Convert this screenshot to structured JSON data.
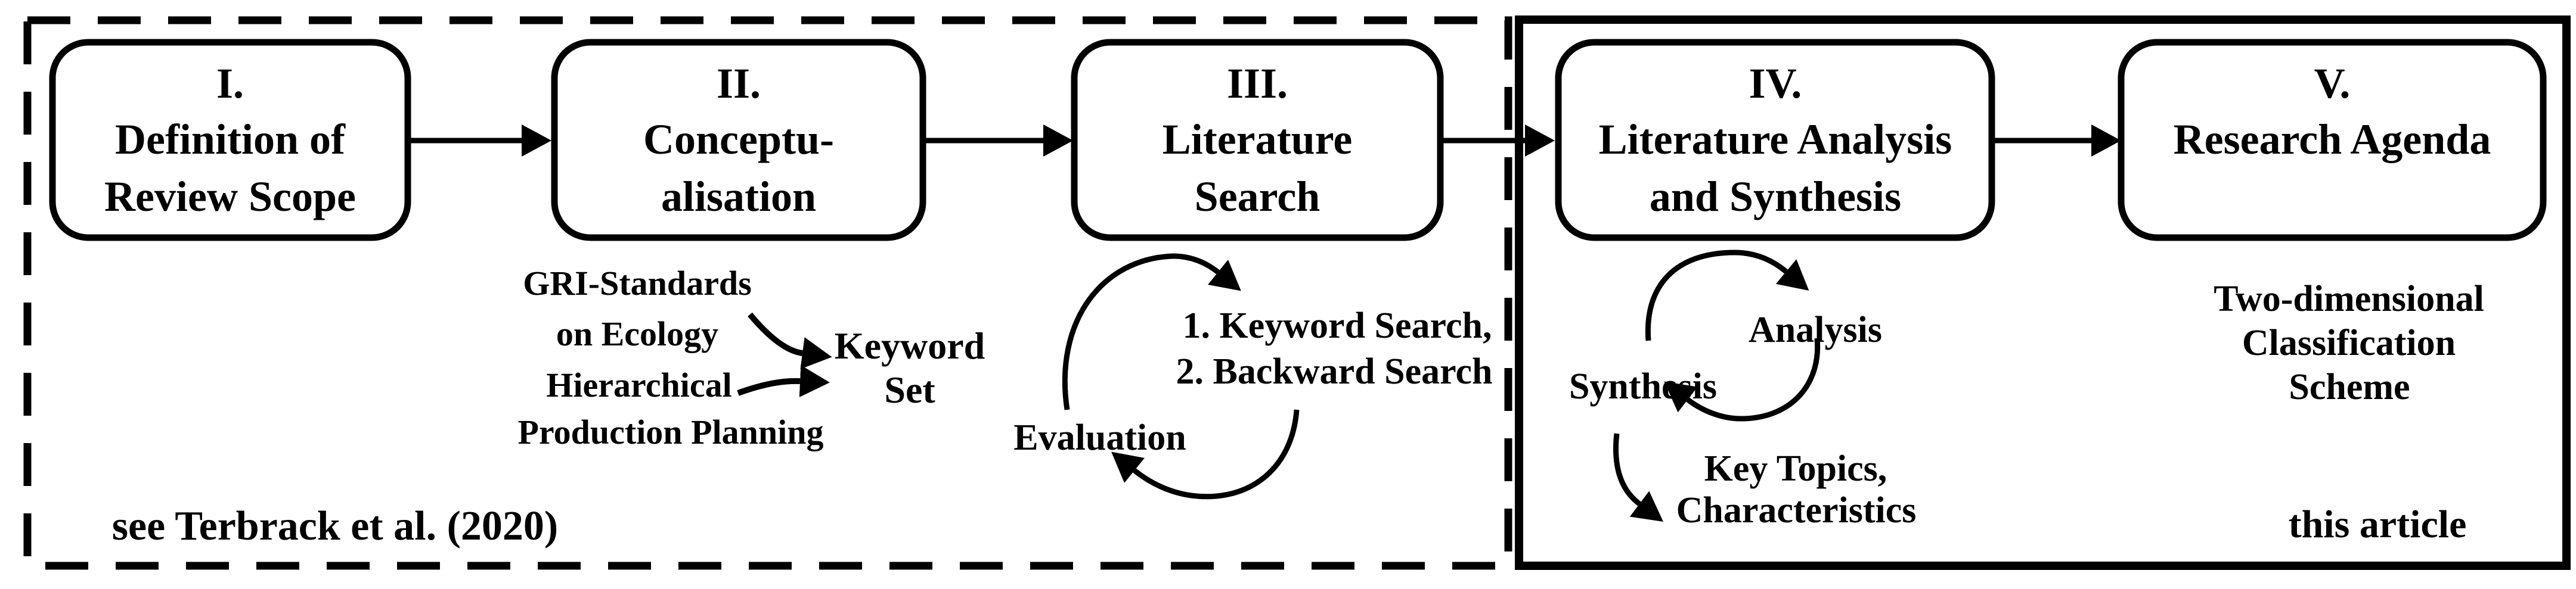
{
  "colors": {
    "ink": "#000000",
    "paper": "#ffffff"
  },
  "stages": [
    {
      "num": "I.",
      "line2": "Definition of",
      "line3": "Review Scope"
    },
    {
      "num": "II.",
      "line2": "Conceptu-",
      "line3": "alisation"
    },
    {
      "num": "III.",
      "line2": "Literature",
      "line3": "Search"
    },
    {
      "num": "IV.",
      "line2": "Literature Analysis",
      "line3": "and Synthesis"
    },
    {
      "num": "V.",
      "line2": "Research Agenda",
      "line3": ""
    }
  ],
  "conceptualisation": {
    "source1_line1": "GRI-Standards",
    "source1_line2": "on Ecology",
    "source2_line1": "Hierarchical",
    "source2_line2": "Production Planning",
    "result_line1": "Keyword",
    "result_line2": "Set"
  },
  "literature_search": {
    "step1": "1. Keyword Search,",
    "step2": "2. Backward Search",
    "loop_label": "Evaluation"
  },
  "analysis_synthesis": {
    "loop_right": "Analysis",
    "loop_left": "Synthesis",
    "result_line1": "Key Topics,",
    "result_line2": "Characteristics"
  },
  "research_agenda": {
    "line1": "Two-dimensional",
    "line2": "Classification",
    "line3": "Scheme"
  },
  "footers": {
    "previous_work": "see Terbrack et al. (2020)",
    "this_work": "this article"
  }
}
